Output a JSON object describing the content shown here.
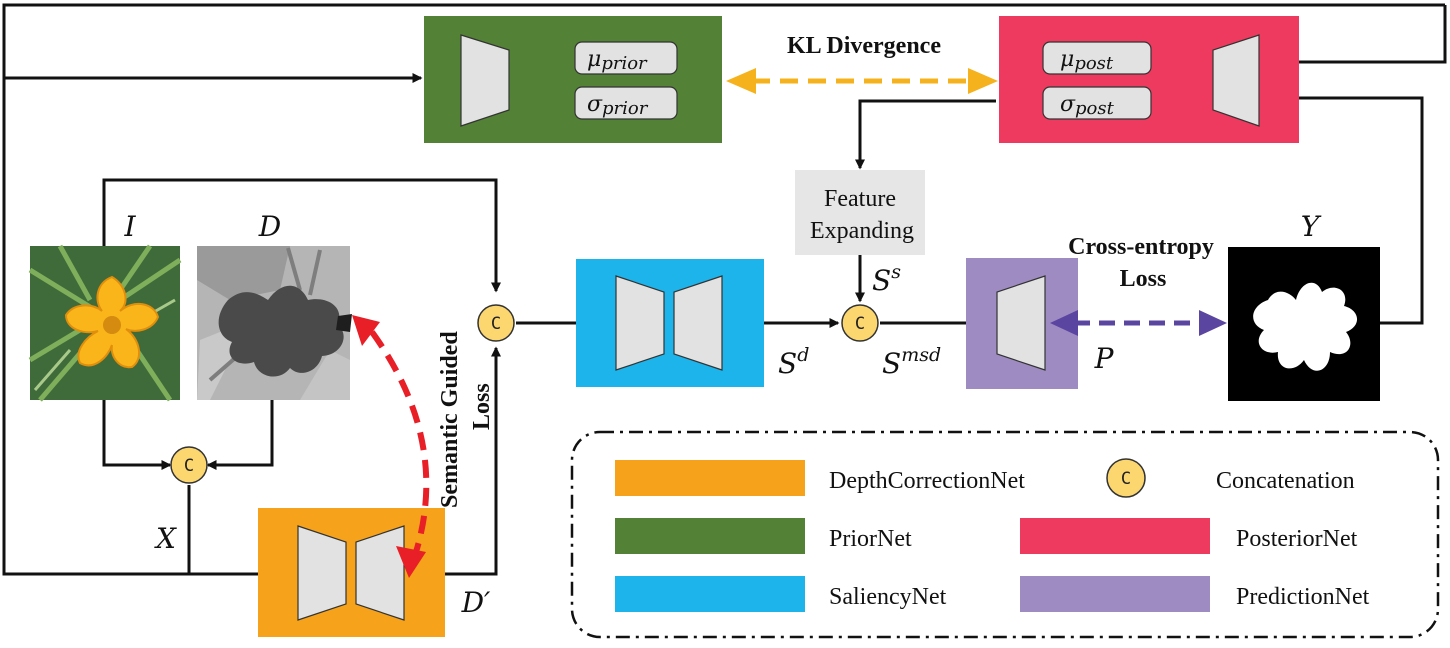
{
  "labels": {
    "kl_divergence": "KL Divergence",
    "feature_expanding_1": "Feature",
    "feature_expanding_2": "Expanding",
    "cross_entropy_1": "Cross-entropy",
    "cross_entropy_2": "Loss",
    "semantic_guided_1": "Semantic Guided",
    "semantic_guided_2": "Loss",
    "concat_symbol": "C"
  },
  "variables": {
    "I": "I",
    "D": "D",
    "X": "X",
    "D_prime": "D′",
    "Y": "Y",
    "P": "P",
    "S_d_base": "S",
    "S_d_sup": "d",
    "S_s_base": "S",
    "S_s_sup": "s",
    "S_msd_base": "S",
    "S_msd_sup": "msd",
    "mu": "μ",
    "sigma": "σ",
    "prior_sub": "prior",
    "post_sub": "post"
  },
  "legend": [
    {
      "label": "DepthCorrectionNet",
      "color": "#F7A21B"
    },
    {
      "label": "PriorNet",
      "color": "#538135"
    },
    {
      "label": "SaliencyNet",
      "color": "#1CB4EA"
    },
    {
      "label": "Concatenation",
      "color": "#FCD770"
    },
    {
      "label": "PosteriorNet",
      "color": "#EE3A5E"
    },
    {
      "label": "PredictionNet",
      "color": "#9E8BC2"
    }
  ],
  "colors": {
    "prior": "#538135",
    "posterior": "#EE3A5E",
    "saliency": "#1CB4EA",
    "prediction": "#9E8BC2",
    "depth_correction": "#F7A21B",
    "concat": "#FCD770",
    "kl_arrow": "#F5B21C",
    "semantic_arrow": "#E81F27",
    "ce_arrow": "#5A45A0",
    "feature_box": "#E6E6E6",
    "trapezoid": "#E2E2E2"
  },
  "icons": {
    "flower_image": "flower-photo-icon",
    "depth_image": "depth-map-icon",
    "mask_image": "saliency-mask-icon",
    "concat": "concat-circle-icon"
  }
}
